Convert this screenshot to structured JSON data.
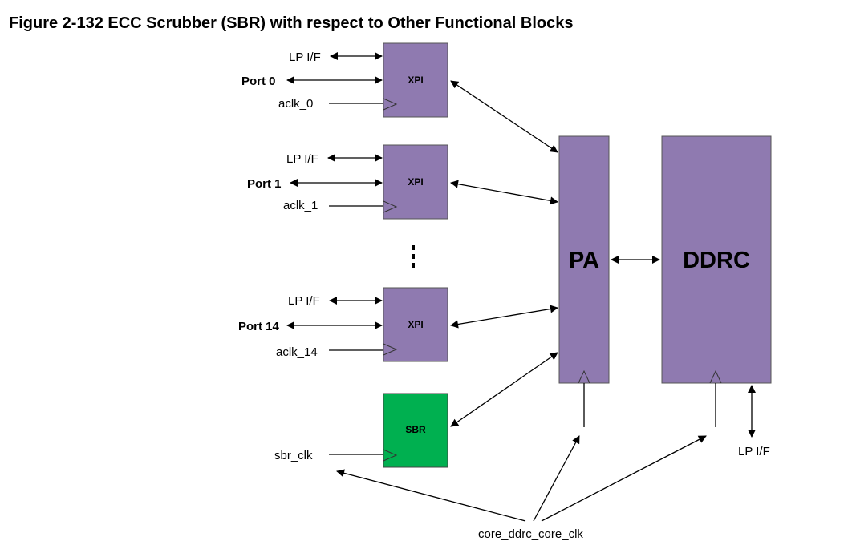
{
  "title": "Figure 2-132 ECC Scrubber (SBR) with respect to Other Functional Blocks",
  "colors": {
    "block": "#8f7ab0",
    "sbr": "#00b050"
  },
  "xpi_0": {
    "block": "XPI",
    "lp": "LP I/F",
    "port": "Port 0",
    "clk": "aclk_0"
  },
  "xpi_1": {
    "block": "XPI",
    "lp": "LP I/F",
    "port": "Port 1",
    "clk": "aclk_1"
  },
  "xpi_14": {
    "block": "XPI",
    "lp": "LP I/F",
    "port": "Port 14",
    "clk": "aclk_14"
  },
  "sbr": {
    "block": "SBR",
    "clk": "sbr_clk"
  },
  "pa": {
    "block": "PA"
  },
  "ddrc": {
    "block": "DDRC",
    "lp": "LP I/F"
  },
  "core_clock": "core_ddrc_core_clk"
}
